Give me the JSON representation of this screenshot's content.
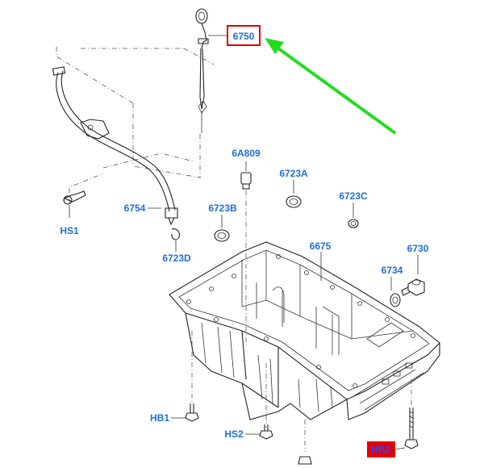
{
  "colors": {
    "label": "#1f6fd6",
    "callout_box": "#e00000",
    "arrow": "#22dd22",
    "highlight_fill": "#e60000",
    "highlight_text": "#3344ff",
    "line": "#222222"
  },
  "labels": {
    "dipstick": "6750",
    "fitting_6A809": "6A809",
    "gasket_6723A": "6723A",
    "gasket_6723B": "6723B",
    "gasket_6723C": "6723C",
    "oil_pan": "6675",
    "drain_plug": "6730",
    "drain_washer": "6734",
    "dipstick_tube": "6754",
    "o_ring": "6723D",
    "hs1": "HS1",
    "hb1": "HB1",
    "hs2": "HS2",
    "hb2": "HB2"
  },
  "callouts": {
    "boxed": "6750",
    "highlighted": "HB2"
  },
  "icons": {
    "pointer_arrow": "green-arrow-icon"
  }
}
